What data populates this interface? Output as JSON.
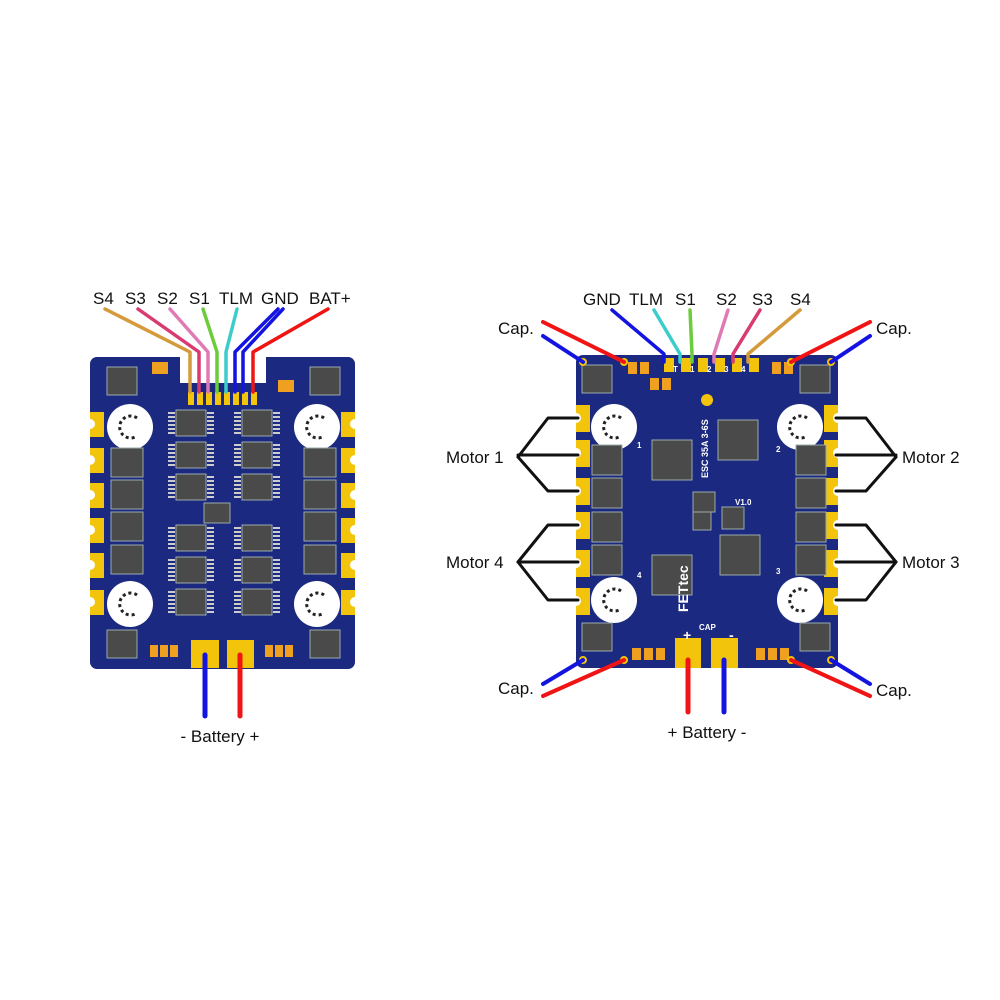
{
  "left_board": {
    "header_labels": [
      "S4",
      "S3",
      "S2",
      "S1",
      "TLM",
      "GND",
      "BAT+"
    ],
    "battery_label": "- Battery +"
  },
  "right_board": {
    "header_labels": [
      "GND",
      "TLM",
      "S1",
      "S2",
      "S3",
      "S4"
    ],
    "battery_label": "+ Battery -",
    "cap_label": "Cap.",
    "motors": [
      "Motor 1",
      "Motor 2",
      "Motor 3",
      "Motor 4"
    ],
    "silkscreen": {
      "model": "ESC 35A 3-6S",
      "version": "V1.0",
      "cap": "CAP",
      "logo": "FETtec",
      "pin_labels": [
        "T",
        "1",
        "2",
        "3",
        "4"
      ],
      "motor_numbers": [
        "1",
        "2",
        "3",
        "4"
      ],
      "plus": "+",
      "minus": "-"
    }
  },
  "colors": {
    "pcb": "#1b2a80",
    "pad": "#f2c40c",
    "s4": "#d49a3c",
    "s3": "#d83a72",
    "s2": "#e07ab4",
    "s1": "#6ccc3a",
    "tlm": "#3ccccc",
    "gnd": "#1414e0",
    "bat": "#f01414"
  }
}
